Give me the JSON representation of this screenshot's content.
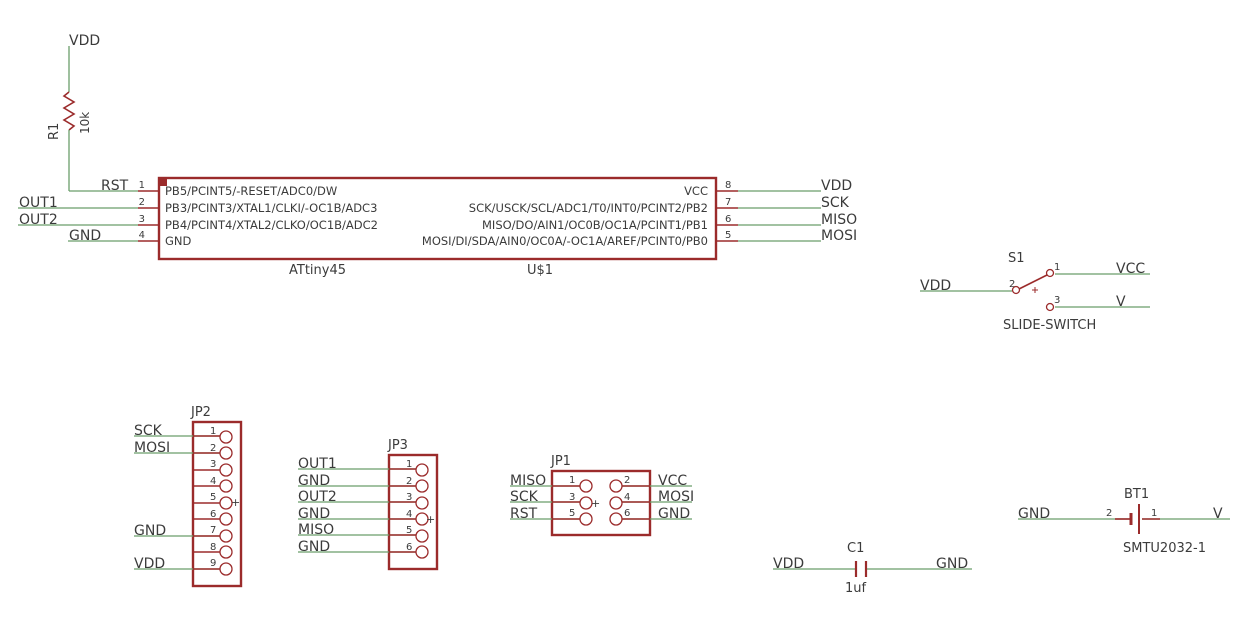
{
  "r1": {
    "ref": "R1",
    "value": "10k",
    "top_net": "VDD",
    "bottom_net": "RST"
  },
  "u1": {
    "ref": "U$1",
    "value": "ATtiny45",
    "left_pins": [
      {
        "num": "1",
        "name": "PB5/PCINT5/-RESET/ADC0/DW",
        "net": "RST"
      },
      {
        "num": "2",
        "name": "PB3/PCINT3/XTAL1/CLKI/-OC1B/ADC3",
        "net": "OUT1"
      },
      {
        "num": "3",
        "name": "PB4/PCINT4/XTAL2/CLKO/OC1B/ADC2",
        "net": "OUT2"
      },
      {
        "num": "4",
        "name": "GND",
        "net": "GND"
      }
    ],
    "right_pins": [
      {
        "num": "8",
        "name": "VCC",
        "net": "VDD"
      },
      {
        "num": "7",
        "name": "SCK/USCK/SCL/ADC1/T0/INT0/PCINT2/PB2",
        "net": "SCK"
      },
      {
        "num": "6",
        "name": "MISO/DO/AIN1/OC0B/OC1A/PCINT1/PB1",
        "net": "MISO"
      },
      {
        "num": "5",
        "name": "MOSI/DI/SDA/AIN0/OC0A/-OC1A/AREF/PCINT0/PB0",
        "net": "MOSI"
      }
    ]
  },
  "s1": {
    "ref": "S1",
    "value": "SLIDE-SWITCH",
    "pin1": "1",
    "pin2": "2",
    "pin3": "3",
    "net_left": "VDD",
    "net_top": "VCC",
    "net_bottom": "V"
  },
  "jp2": {
    "ref": "JP2",
    "pins": [
      {
        "num": "1",
        "net": "SCK"
      },
      {
        "num": "2",
        "net": "MOSI"
      },
      {
        "num": "3",
        "net": ""
      },
      {
        "num": "4",
        "net": ""
      },
      {
        "num": "5",
        "net": ""
      },
      {
        "num": "6",
        "net": ""
      },
      {
        "num": "7",
        "net": "GND"
      },
      {
        "num": "8",
        "net": ""
      },
      {
        "num": "9",
        "net": "VDD"
      }
    ]
  },
  "jp3": {
    "ref": "JP3",
    "pins": [
      {
        "num": "1",
        "net": "OUT1"
      },
      {
        "num": "2",
        "net": "GND"
      },
      {
        "num": "3",
        "net": "OUT2"
      },
      {
        "num": "4",
        "net": "GND"
      },
      {
        "num": "5",
        "net": "MISO"
      },
      {
        "num": "6",
        "net": "GND"
      }
    ]
  },
  "jp1": {
    "ref": "JP1",
    "left": [
      {
        "num": "1",
        "net": "MISO"
      },
      {
        "num": "3",
        "net": "SCK"
      },
      {
        "num": "5",
        "net": "RST"
      }
    ],
    "right": [
      {
        "num": "2",
        "net": "VCC"
      },
      {
        "num": "4",
        "net": "MOSI"
      },
      {
        "num": "6",
        "net": "GND"
      }
    ]
  },
  "c1": {
    "ref": "C1",
    "value": "1uf",
    "net_left": "VDD",
    "net_right": "GND"
  },
  "bt1": {
    "ref": "BT1",
    "value": "SMTU2032-1",
    "pin_left": "2",
    "pin_right": "1",
    "net_left": "GND",
    "net_right": "V"
  },
  "colors": {
    "wire": "#6b9e6b",
    "symbol": "#9b2b2b",
    "text": "#3b3b3b",
    "background": "#ffffff"
  }
}
